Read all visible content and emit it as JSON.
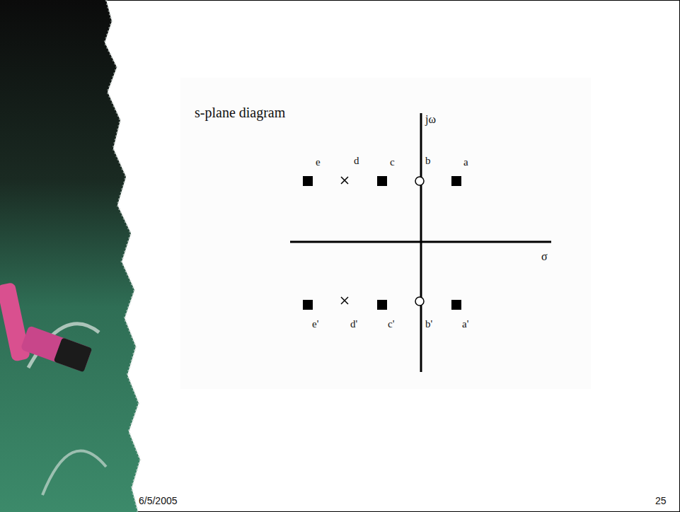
{
  "diagram": {
    "title": "s-plane diagram",
    "labels": [
      "jω",
      "e",
      "d",
      "c",
      "b",
      "a",
      "σ",
      "e'",
      "d'",
      "c'",
      "b'",
      "a'",
      "6/5/2005",
      "25"
    ]
  }
}
